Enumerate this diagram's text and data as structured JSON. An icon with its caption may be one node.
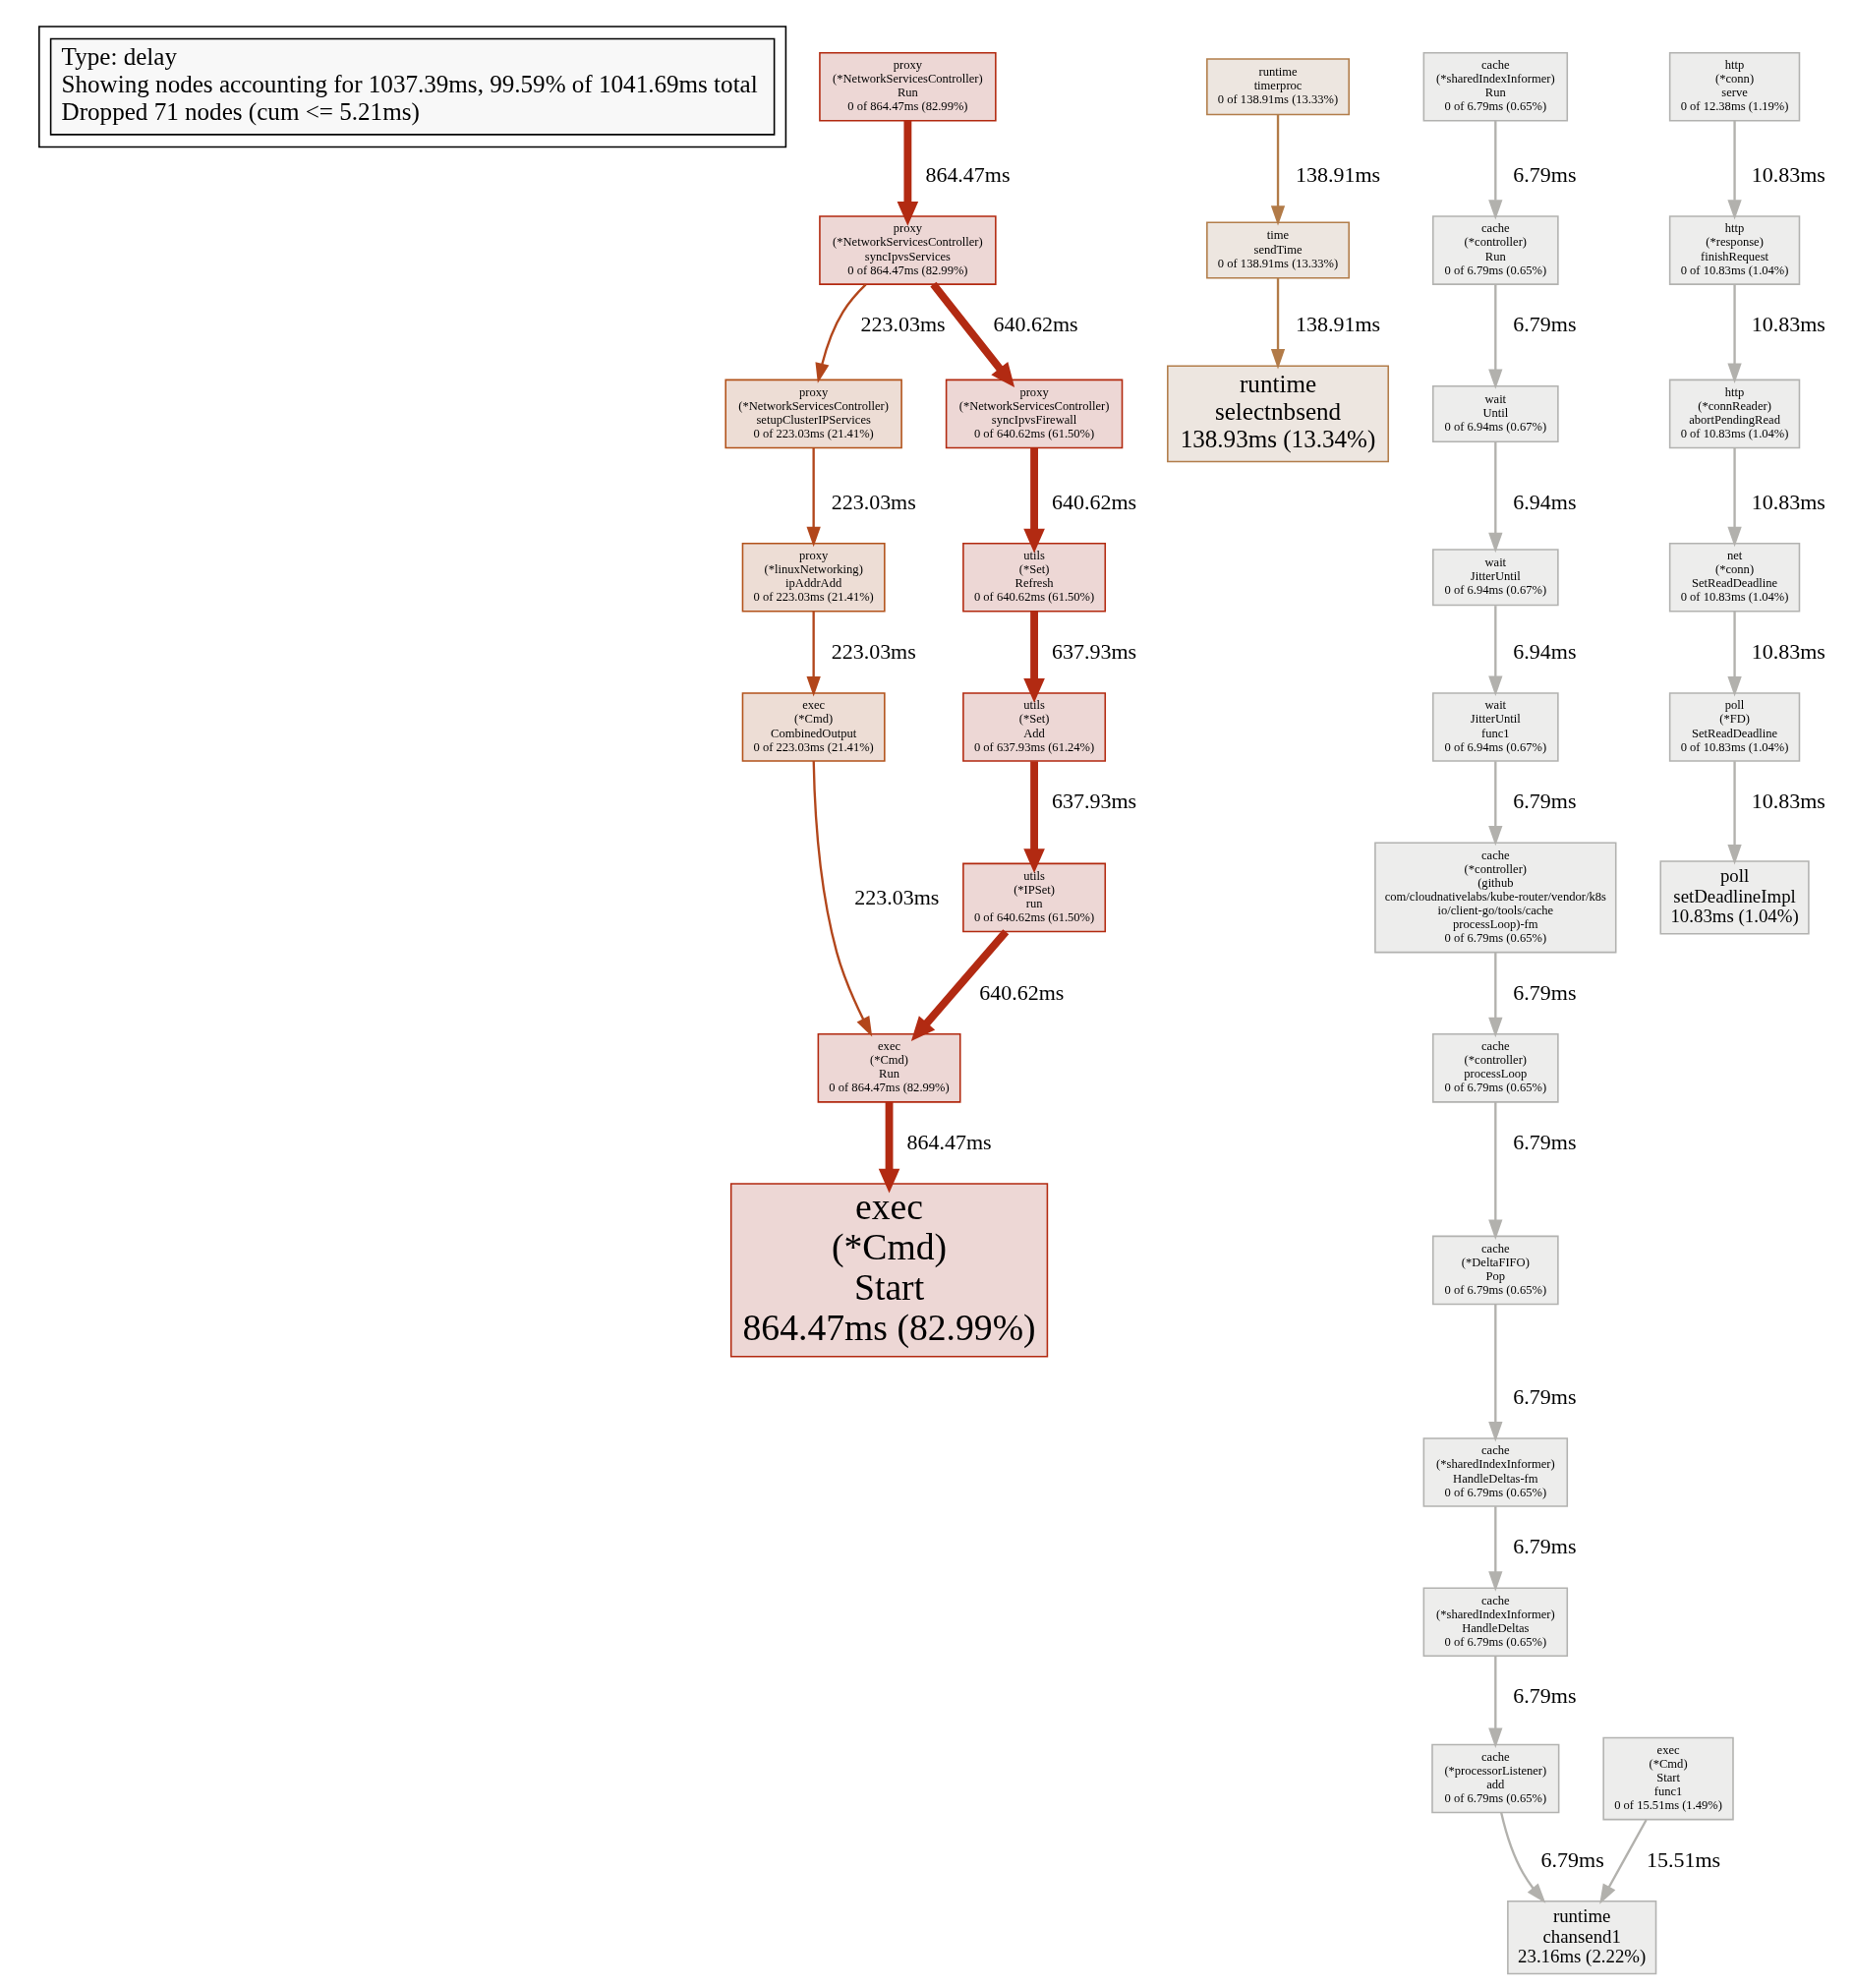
{
  "diagram": {
    "nodes": [
      {
        "text": [],
        "shape": "box"
      },
      {
        "text": [
          "Type: delay",
          "Showing nodes accounting for 1037.39ms, 99.59% of 1041.69ms total",
          "Dropped 71 nodes (cum <= 5.21ms)"
        ],
        "in": 0
      },
      {
        "text": [
          "proxy",
          "(*NetworkServicesController)",
          "Run",
          "0 of 864.47ms (82.99%)"
        ]
      },
      {
        "text": [
          "proxy",
          "(*NetworkServicesController)",
          "syncIpvsServices",
          "0 of 864.47ms (82.99%)"
        ]
      },
      {
        "text": [
          "proxy",
          "(*NetworkServicesController)",
          "setupClusterIPServices",
          "0 of 223.03ms (21.41%)"
        ]
      },
      {
        "text": [
          "proxy",
          "(*NetworkServicesController)",
          "syncIpvsFirewall",
          "0 of 640.62ms (61.50%)"
        ]
      },
      {
        "text": [
          "proxy",
          "(*linuxNetworking)",
          "ipAddrAdd",
          "0 of 223.03ms (21.41%)"
        ]
      },
      {
        "text": [
          "utils",
          "(*Set)",
          "Refresh",
          "0 of 640.62ms (61.50%)"
        ]
      },
      {
        "text": [
          "exec",
          "(*Cmd)",
          "CombinedOutput",
          "0 of 223.03ms (21.41%)"
        ]
      },
      {
        "text": [
          "utils",
          "(*Set)",
          "Add",
          "0 of 637.93ms (61.24%)"
        ]
      },
      {
        "text": [
          "utils",
          "(*IPSet)",
          "run",
          "0 of 640.62ms (61.50%)"
        ]
      },
      {
        "text": [
          "exec",
          "(*Cmd)",
          "Run",
          "0 of 864.47ms (82.99%)"
        ]
      },
      {
        "text": [
          "exec",
          "(*Cmd)",
          "Start",
          "864.47ms (82.99%)"
        ]
      },
      {
        "text": [
          "runtime",
          "timerproc",
          "0 of 138.91ms (13.33%)"
        ]
      },
      {
        "text": [
          "time",
          "sendTime",
          "0 of 138.91ms (13.33%)"
        ]
      },
      {
        "text": [
          "runtime",
          "selectnbsend",
          "138.93ms (13.34%)"
        ]
      },
      {
        "text": [
          "cache",
          "(*sharedIndexInformer)",
          "Run",
          "0 of 6.79ms (0.65%)"
        ]
      },
      {
        "text": [
          "cache",
          "(*controller)",
          "Run",
          "0 of 6.79ms (0.65%)"
        ]
      },
      {
        "text": [
          "wait",
          "Until",
          "0 of 6.94ms (0.67%)"
        ]
      },
      {
        "text": [
          "wait",
          "JitterUntil",
          "0 of 6.94ms (0.67%)"
        ]
      },
      {
        "text": [
          "wait",
          "JitterUntil",
          "func1",
          "0 of 6.94ms (0.67%)"
        ]
      },
      {
        "text": [
          "cache",
          "(*controller)",
          "(github com/cloudnativelabs/kube-router/vendor/k8s io/client-go/tools/cache processLoop)-fm",
          "0 of 6.79ms (0.65%)"
        ]
      },
      {
        "text": [
          "cache",
          "(*controller)",
          "processLoop",
          "0 of 6.79ms (0.65%)"
        ]
      },
      {
        "text": [
          "cache",
          "(*DeltaFIFO)",
          "Pop",
          "0 of 6.79ms (0.65%)"
        ]
      },
      {
        "text": [
          "cache",
          "(*sharedIndexInformer)",
          "HandleDeltas-fm",
          "0 of 6.79ms (0.65%)"
        ]
      },
      {
        "text": [
          "cache",
          "(*sharedIndexInformer)",
          "HandleDeltas",
          "0 of 6.79ms (0.65%)"
        ]
      },
      {
        "text": [
          "cache",
          "(*processorListener)",
          "add",
          "0 of 6.79ms (0.65%)"
        ]
      },
      {
        "text": [
          "exec",
          "(*Cmd)",
          "Start",
          "func1",
          "0 of 15.51ms (1.49%)"
        ]
      },
      {
        "text": [
          "runtime",
          "chansend1",
          "23.16ms (2.22%)"
        ]
      },
      {
        "text": [
          "http",
          "(*conn)",
          "serve",
          "0 of 12.38ms (1.19%)"
        ]
      },
      {
        "text": [
          "http",
          "(*response)",
          "finishRequest",
          "0 of 10.83ms (1.04%)"
        ]
      },
      {
        "text": [
          "http",
          "(*connReader)",
          "abortPendingRead",
          "0 of 10.83ms (1.04%)"
        ]
      },
      {
        "text": [
          "net",
          "(*conn)",
          "SetReadDeadline",
          "0 of 10.83ms (1.04%)"
        ]
      },
      {
        "text": [
          "poll",
          "(*FD)",
          "SetReadDeadline",
          "0 of 10.83ms (1.04%)"
        ]
      },
      {
        "text": [
          "poll",
          "setDeadlineImpl",
          "10.83ms (1.04%)"
        ]
      }
    ],
    "edges": [
      {
        "from": 2,
        "to": 3,
        "arrow": "to",
        "label": "864.47ms",
        "style": "thick",
        "color": "#b22a12"
      },
      {
        "from": 3,
        "to": 4,
        "arrow": "to",
        "label": "223.03ms",
        "color": "#b2461b"
      },
      {
        "from": 3,
        "to": 5,
        "arrow": "to",
        "label": "640.62ms",
        "style": "thick",
        "color": "#b22a12"
      },
      {
        "from": 5,
        "to": 7,
        "arrow": "to",
        "label": "640.62ms",
        "style": "thick",
        "color": "#b22a12"
      },
      {
        "from": 4,
        "to": 6,
        "arrow": "to",
        "label": "223.03ms",
        "color": "#b2461b"
      },
      {
        "from": 7,
        "to": 9,
        "arrow": "to",
        "label": "637.93ms",
        "style": "thick",
        "color": "#b22a12"
      },
      {
        "from": 6,
        "to": 8,
        "arrow": "to",
        "label": "223.03ms",
        "color": "#b2461b"
      },
      {
        "from": 9,
        "to": 10,
        "arrow": "to",
        "label": "637.93ms",
        "style": "thick",
        "color": "#b22a12"
      },
      {
        "from": 8,
        "to": 11,
        "arrow": "to",
        "label": "223.03ms",
        "color": "#b2461b"
      },
      {
        "from": 10,
        "to": 11,
        "arrow": "to",
        "label": "640.62ms",
        "style": "thick",
        "color": "#b22a12"
      },
      {
        "from": 11,
        "to": 12,
        "arrow": "to",
        "label": "864.47ms",
        "style": "thick",
        "color": "#b22a12"
      },
      {
        "from": 13,
        "to": 14,
        "arrow": "to",
        "label": "138.91ms",
        "color": "#b27b48"
      },
      {
        "from": 14,
        "to": 15,
        "arrow": "to",
        "label": "138.91ms",
        "color": "#b27b48"
      },
      {
        "from": 16,
        "to": 17,
        "arrow": "to",
        "label": "6.79ms"
      },
      {
        "from": 17,
        "to": 18,
        "arrow": "to",
        "label": "6.79ms"
      },
      {
        "from": 18,
        "to": 19,
        "arrow": "to",
        "label": "6.94ms"
      },
      {
        "from": 19,
        "to": 20,
        "arrow": "to",
        "label": "6.94ms"
      },
      {
        "from": 20,
        "to": 21,
        "arrow": "to",
        "label": "6.79ms"
      },
      {
        "from": 21,
        "to": 22,
        "arrow": "to",
        "label": "6.79ms"
      },
      {
        "from": 22,
        "to": 23,
        "arrow": "to",
        "label": "6.79ms"
      },
      {
        "from": 23,
        "to": 24,
        "arrow": "to",
        "label": "6.79ms"
      },
      {
        "from": 24,
        "to": 25,
        "arrow": "to",
        "label": "6.79ms"
      },
      {
        "from": 25,
        "to": 26,
        "arrow": "to",
        "label": "6.79ms"
      },
      {
        "from": 27,
        "to": 28,
        "arrow": "to",
        "label": "15.51ms"
      },
      {
        "from": 26,
        "to": 28,
        "arrow": "to",
        "label": "6.79ms"
      },
      {
        "from": 29,
        "to": 30,
        "arrow": "to",
        "label": "10.83ms"
      },
      {
        "from": 30,
        "to": 31,
        "arrow": "to",
        "label": "10.83ms"
      },
      {
        "from": 31,
        "to": 32,
        "arrow": "to",
        "label": "10.83ms"
      },
      {
        "from": 32,
        "to": 33,
        "arrow": "to",
        "label": "10.83ms"
      },
      {
        "from": 33,
        "to": 34,
        "arrow": "to",
        "label": "10.83ms"
      }
    ]
  }
}
